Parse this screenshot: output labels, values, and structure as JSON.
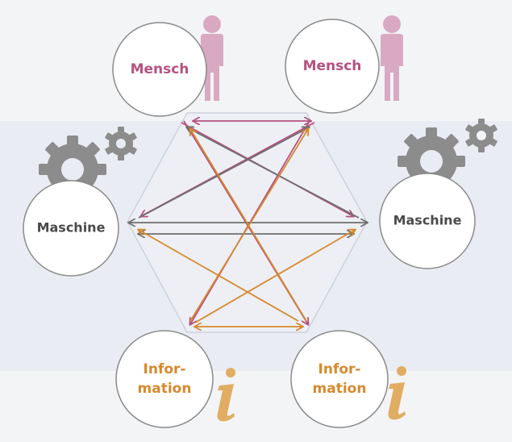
{
  "nodes": {
    "mensch_left": {
      "label": "Mensch"
    },
    "mensch_right": {
      "label": "Mensch"
    },
    "maschine_left": {
      "label": "Maschine"
    },
    "maschine_right": {
      "label": "Maschine"
    },
    "information_left": {
      "label_line1": "Infor-",
      "label_line2": "mation"
    },
    "information_right": {
      "label_line1": "Infor-",
      "label_line2": "mation"
    }
  },
  "colors": {
    "mensch": "#b5527f",
    "maschine": "#4a4a4a",
    "information": "#d7892d",
    "person_icon": "#d9a9c1",
    "gear_icon": "#8c8c8c",
    "info_icon": "#e0ad62",
    "arrow_mensch": "#b5527f",
    "arrow_maschine": "#6e6e6e",
    "arrow_information": "#d7892d",
    "hexagon": "#c9cfdc",
    "node_border": "#8a8a8a",
    "node_fill": "#ffffff",
    "background": "#f3f4f6"
  },
  "icons": [
    "person-icon",
    "gear-icon",
    "info-i-icon"
  ]
}
